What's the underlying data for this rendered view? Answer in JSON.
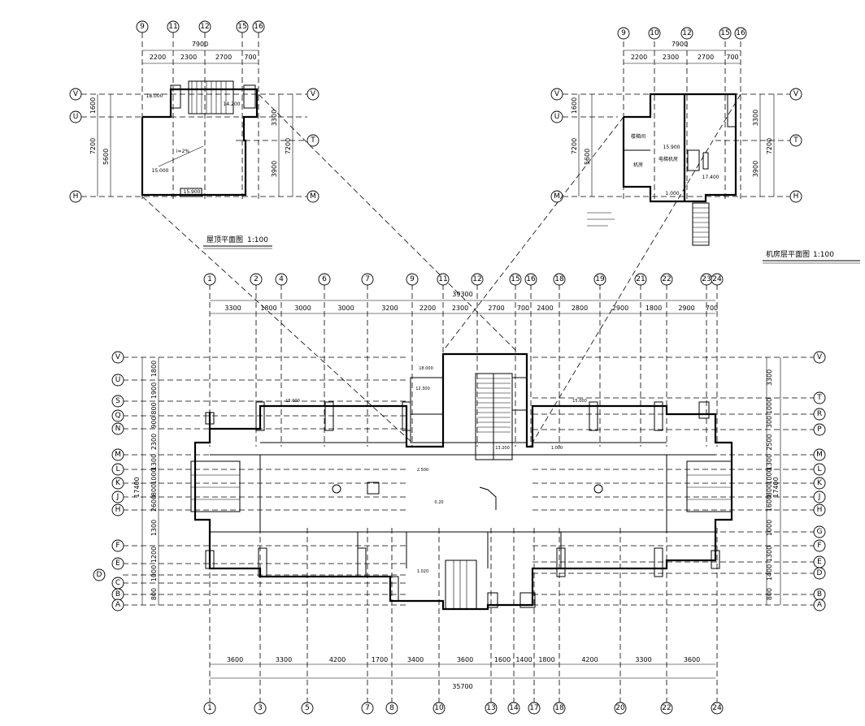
{
  "titles": {
    "roof_plan": "屋顶平面图",
    "roof_scale": "1:100",
    "machine_plan": "机房层平面图",
    "machine_scale": "1:100"
  },
  "main_plan": {
    "top_axes": [
      "1",
      "2",
      "4",
      "6",
      "7",
      "9",
      "11",
      "12",
      "15",
      "16",
      "18",
      "19",
      "21",
      "22",
      "23",
      "24"
    ],
    "top_dims": [
      "3300",
      "1800",
      "3000",
      "3000",
      "3200",
      "2200",
      "2300",
      "2700",
      "700",
      "2400",
      "2800",
      "2900",
      "1800",
      "2900",
      "700"
    ],
    "top_total": "39300",
    "bottom_axes": [
      "1",
      "3",
      "5",
      "7",
      "8",
      "10",
      "13",
      "14",
      "17",
      "18",
      "20",
      "22",
      "24"
    ],
    "bottom_dims": [
      "3600",
      "3300",
      "4200",
      "1700",
      "3400",
      "3600",
      "1600",
      "1400",
      "1800",
      "4200",
      "3300",
      "3600"
    ],
    "bottom_total": "35700",
    "left_axes": [
      "V",
      "U",
      "S",
      "Q",
      "N",
      "M",
      "L",
      "K",
      "J",
      "H",
      "F",
      "E",
      "D",
      "C",
      "B",
      "A"
    ],
    "left_dims": [
      "1800",
      "1900",
      "800",
      "900",
      "2300",
      "1300",
      "1000",
      "800",
      "2600",
      "1300",
      "1200",
      "1000",
      "800"
    ],
    "left_total": "17400",
    "right_axes": [
      "V",
      "T",
      "R",
      "P",
      "M",
      "L",
      "K",
      "J",
      "H",
      "G",
      "F",
      "E",
      "D",
      "B",
      "A"
    ],
    "right_dims": [
      "3300",
      "1000",
      "300",
      "2500",
      "1300",
      "1000",
      "800",
      "1600",
      "1000",
      "1300",
      "1400",
      "800"
    ],
    "right_total": "17400",
    "notes": [
      "15.000",
      "12.300",
      "18.000",
      "13.200",
      "2.500",
      "1.000",
      "15.000",
      "0.20",
      "1.020"
    ]
  },
  "roof_plan": {
    "top_axes": [
      "9",
      "11",
      "12",
      "15",
      "16"
    ],
    "dims": [
      "2200",
      "2300",
      "2700",
      "700"
    ],
    "total": "7900",
    "left_axes": [
      "V",
      "U",
      "H"
    ],
    "right_axes": [
      "V",
      "T",
      "M"
    ],
    "left_dims": [
      "1600",
      "7200",
      "5600"
    ],
    "right_dims": [
      "3300",
      "3900",
      "7200"
    ],
    "notes": [
      "15.000",
      "18.000",
      "14.200",
      "15.900",
      "i=2%"
    ]
  },
  "machine_plan": {
    "top_axes": [
      "9",
      "10",
      "12",
      "15",
      "16"
    ],
    "dims": [
      "2200",
      "2300",
      "2700",
      "700"
    ],
    "total": "7900",
    "left_axes": [
      "V",
      "U",
      "M"
    ],
    "right_axes": [
      "V",
      "T",
      "H"
    ],
    "left_dims": [
      "1600",
      "7200",
      "5600"
    ],
    "right_dims": [
      "3300",
      "3900",
      "7200"
    ],
    "rooms": [
      "楼梯间",
      "机房",
      "电梯机房"
    ],
    "notes": [
      "15.900",
      "17.400",
      "1.000"
    ]
  }
}
